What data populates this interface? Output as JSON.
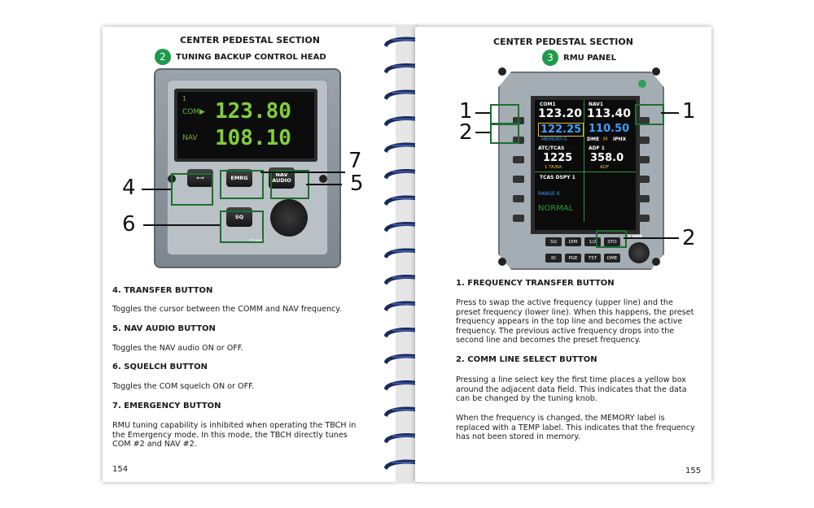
{
  "left": {
    "header": "CENTER PEDESTAL SECTION",
    "badge": "2",
    "subtitle": "TUNING BACKUP CONTROL HEAD",
    "device": {
      "line1": "1",
      "com_label": "COM▶",
      "com_freq": "123.80",
      "nav_label": "NAV",
      "nav_freq": "108.10",
      "btn_transfer": "⟷",
      "btn_emrg": "EMRG",
      "btn_nav_audio": "NAV AUDIO",
      "btn_sq": "SQ",
      "tune_label": "TUNE"
    },
    "callouts": [
      "7",
      "4",
      "5",
      "6"
    ],
    "sections": [
      {
        "title": "4. TRANSFER BUTTON",
        "body": "Toggles the cursor between the COMM and NAV frequency."
      },
      {
        "title": "5.  NAV AUDIO BUTTON",
        "body": "Toggles the NAV audio ON or OFF."
      },
      {
        "title": "6.  SQUELCH BUTTON",
        "body": "Toggles the COM squelch ON or OFF."
      },
      {
        "title": "7.  EMERGENCY BUTTON",
        "body": "RMU tuning capability is inhibited when operating the TBCH in the Emergency mode.  In this mode, the TBCH directly tunes COM #2 and NAV #2."
      }
    ],
    "page_number": "154"
  },
  "right": {
    "header": "CENTER PEDESTAL SECTION",
    "badge": "3",
    "subtitle": "RMU PANEL",
    "device": {
      "com1": "COM1",
      "nav1": "NAV1",
      "com_active": "123.20",
      "nav_active": "113.40",
      "com_preset": "122.25",
      "nav_preset": "110.50",
      "memory": "MEMORY-5",
      "dme": "DME",
      "h": "H",
      "ident": "IPHX",
      "atc": "ATC/TCAS",
      "adf": "ADF 1",
      "atc_code": "1225",
      "adf_freq": "358.0",
      "ta_ra": "1 TA/RA",
      "adf_small": "ADF",
      "tcas": "TCAS DSPY 1",
      "range": "RANGE 6",
      "normal": "NORMAL",
      "keys_row1": [
        "SQ",
        "DIM",
        "1/2",
        "STO"
      ],
      "keys_row2": [
        "ID",
        "PGE",
        "TST",
        "DME"
      ],
      "line_label": "LINE"
    },
    "callouts": [
      "1",
      "2",
      "1",
      "2"
    ],
    "sections": [
      {
        "title": "1.  FREQUENCY TRANSFER BUTTON",
        "body": "Press to swap the active frequency (upper line) and the preset frequency (lower line).  When this happens, the preset frequency appears in the top line and becomes the active frequency.  The previous active frequency drops into the second line and becomes the preset frequency."
      },
      {
        "title": "2. COMM LINE SELECT BUTTON",
        "body": "Pressing a line select key the first time places a yellow box around the adjacent data field. This indicates that the data can be changed by the tuning knob."
      }
    ],
    "extra_paragraph": "When the frequency is changed, the MEMORY label is replaced with a TEMP label.  This indicates that the frequency has not been stored in memory.",
    "page_number": "155"
  },
  "colors": {
    "badge": "#1f9a4a",
    "callout_box": "#1c6e2e",
    "lcd_green": "#7fcf3a",
    "preset_blue": "#3aa0ff",
    "spiral_blue": "#1b2a5c"
  }
}
